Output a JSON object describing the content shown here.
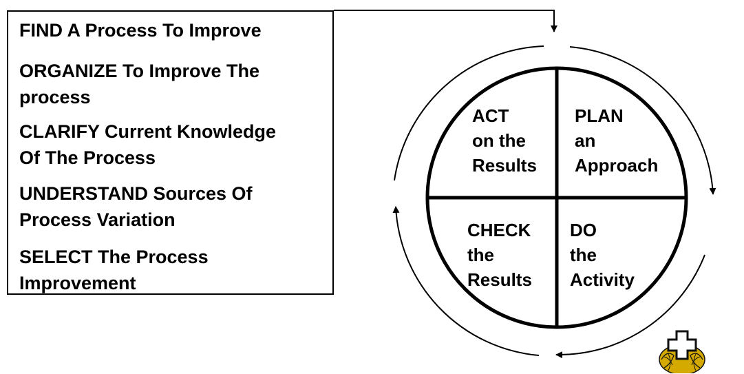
{
  "steps": [
    {
      "text": "FIND A Process To Improve"
    },
    {
      "text": "ORGANIZE To Improve The\nprocess"
    },
    {
      "text": "CLARIFY Current Knowledge\nOf The Process"
    },
    {
      "text": "UNDERSTAND Sources Of\nProcess Variation"
    },
    {
      "text": "SELECT The Process\nImprovement"
    }
  ],
  "cycle": {
    "act": "ACT\non the\nResults",
    "plan": "PLAN\nan\nApproach",
    "check": "CHECK\nthe\nResults",
    "do": "DO\nthe\nActivity"
  },
  "logo": {
    "icon": "cross-logo-icon",
    "color": "#d4aa00"
  }
}
